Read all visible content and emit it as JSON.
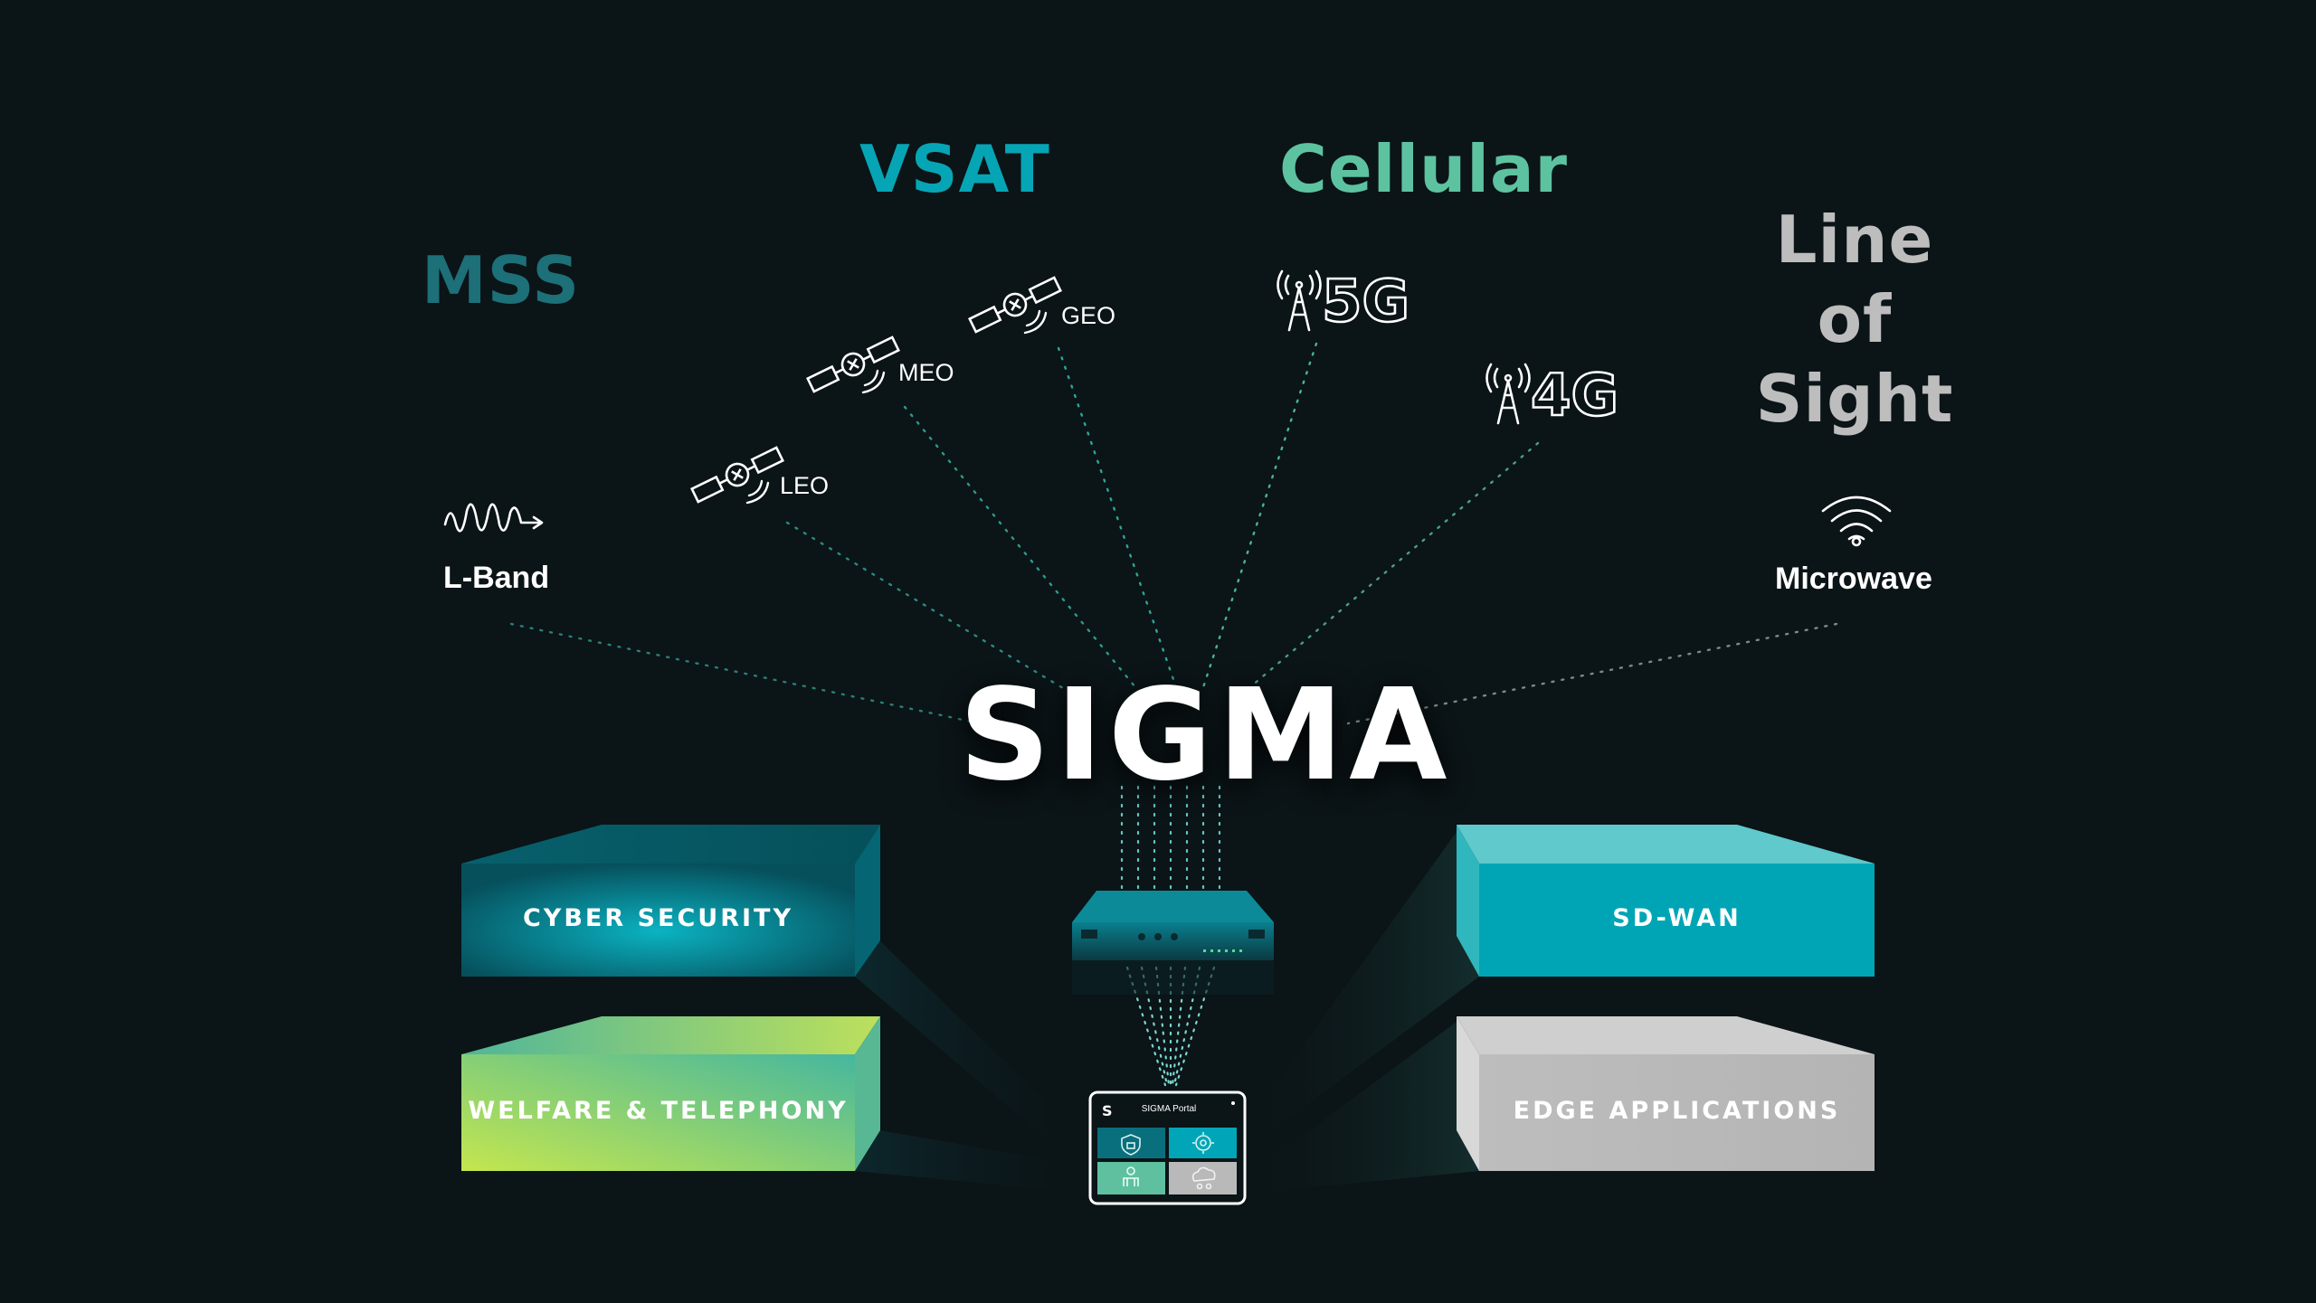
{
  "categories": {
    "mss": {
      "label": "MSS",
      "color": "#1d6f78"
    },
    "vsat": {
      "label": "VSAT",
      "color": "#06a5b5"
    },
    "cellular": {
      "label": "Cellular",
      "color": "#5dc2a0"
    },
    "los_line1": "Line of",
    "los_line2": "Sight",
    "los_color": "#bdbdbd"
  },
  "links": {
    "lband": "L-Band",
    "leo": "LEO",
    "meo": "MEO",
    "geo": "GEO",
    "g5": "5G",
    "g4": "4G",
    "microwave": "Microwave"
  },
  "center": {
    "title": "SIGMA"
  },
  "services": {
    "cyber_security": "CYBER SECURITY",
    "welfare_telephony": "WELFARE & TELEPHONY",
    "sd_wan": "SD-WAN",
    "edge_applications": "EDGE APPLICATIONS"
  },
  "portal": {
    "title": "SIGMA Portal"
  },
  "colors": {
    "background": "#0b1417",
    "teal_dark": "#0a6f7d",
    "teal_bright": "#00a6b8",
    "green_lime": "#b6df5a",
    "grey": "#bcbcbc"
  },
  "icons": [
    "lband-wave-icon",
    "satellite-icon",
    "cell-tower-icon",
    "wifi-icon",
    "router-device-icon",
    "portal-tablet-icon",
    "shield-icon",
    "gear-icon",
    "person-icon",
    "cloud-icon"
  ]
}
